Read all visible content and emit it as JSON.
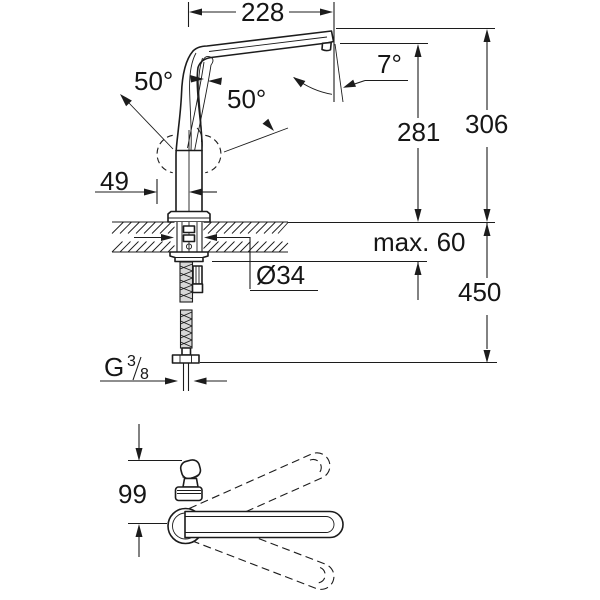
{
  "drawing": {
    "type": "technical-dimension-drawing",
    "views": {
      "side_view": "faucet side elevation",
      "bottom_view": "faucet top view with swivel range"
    },
    "dimensions": {
      "spout_reach": "228",
      "spout_angle": "7°",
      "swivel_left": "50°",
      "swivel_right": "50°",
      "base_offset": "49",
      "outlet_height": "281",
      "total_height": "306",
      "max_deck_thickness": "max. 60",
      "hole_diameter": "Ø34",
      "depth_below_deck": "450",
      "handle_height": "99",
      "thread_g": "G",
      "thread_num": "3",
      "thread_slash": "/",
      "thread_den": "8"
    },
    "colors": {
      "line": "#1c1c1c",
      "background": "#ffffff"
    }
  }
}
